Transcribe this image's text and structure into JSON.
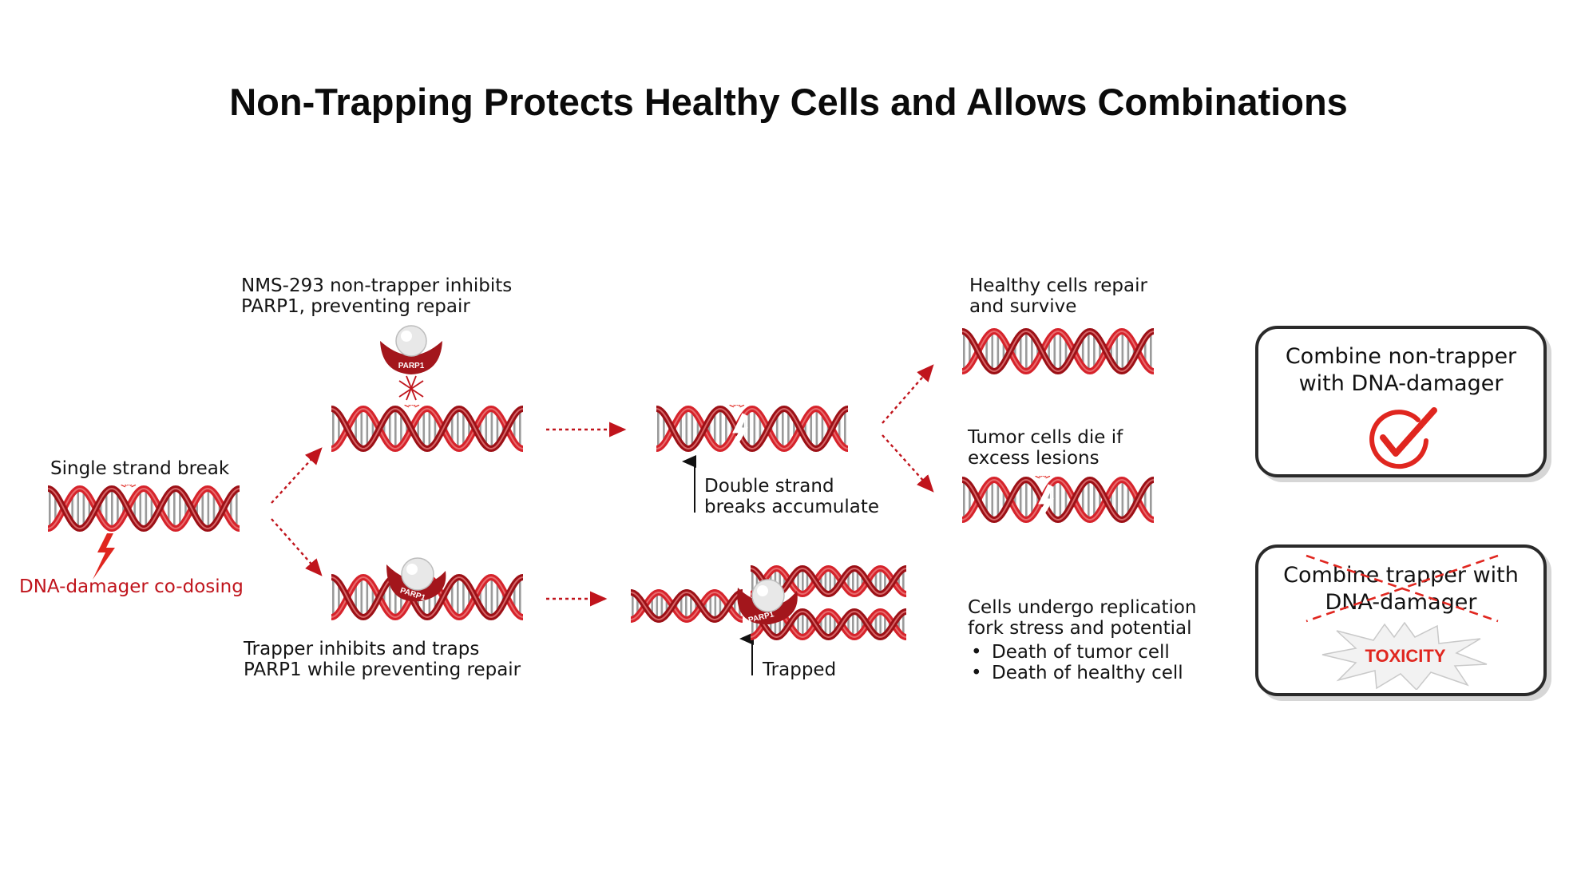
{
  "title": "Non-Trapping Protects Healthy Cells and Allows Combinations",
  "labels": {
    "single_strand_break": "Single strand break",
    "dna_damager": "DNA-damager co-dosing",
    "nms_line1": "NMS-293 non-trapper inhibits",
    "nms_line2": "PARP1, preventing repair",
    "trapper_line1": "Trapper inhibits and traps",
    "trapper_line2": "PARP1 while preventing repair",
    "dsb_line1": "Double strand",
    "dsb_line2": "breaks accumulate",
    "trapped": "Trapped",
    "healthy_line1": "Healthy cells repair",
    "healthy_line2": "and survive",
    "tumor_line1": "Tumor cells die if",
    "tumor_line2": "excess lesions",
    "fork_line1": "Cells undergo replication",
    "fork_line2": "fork stress and potential",
    "bullet1": "Death of tumor cell",
    "bullet2": "Death of healthy cell"
  },
  "parp_label": "PARP1",
  "cards": {
    "good_line1": "Combine non-trapper",
    "good_line2": "with DNA-damager",
    "bad_line1": "Combine trapper with",
    "bad_line2": "DNA-damager",
    "toxicity": "TOXICITY"
  },
  "colors": {
    "dna_red": "#d6232b",
    "dark_red": "#9c1016",
    "accent": "#e0261f",
    "text": "#141414"
  },
  "icons": {
    "check": "check-circle-icon",
    "lightning": "lightning-bolt-icon",
    "burst": "burst-icon"
  }
}
